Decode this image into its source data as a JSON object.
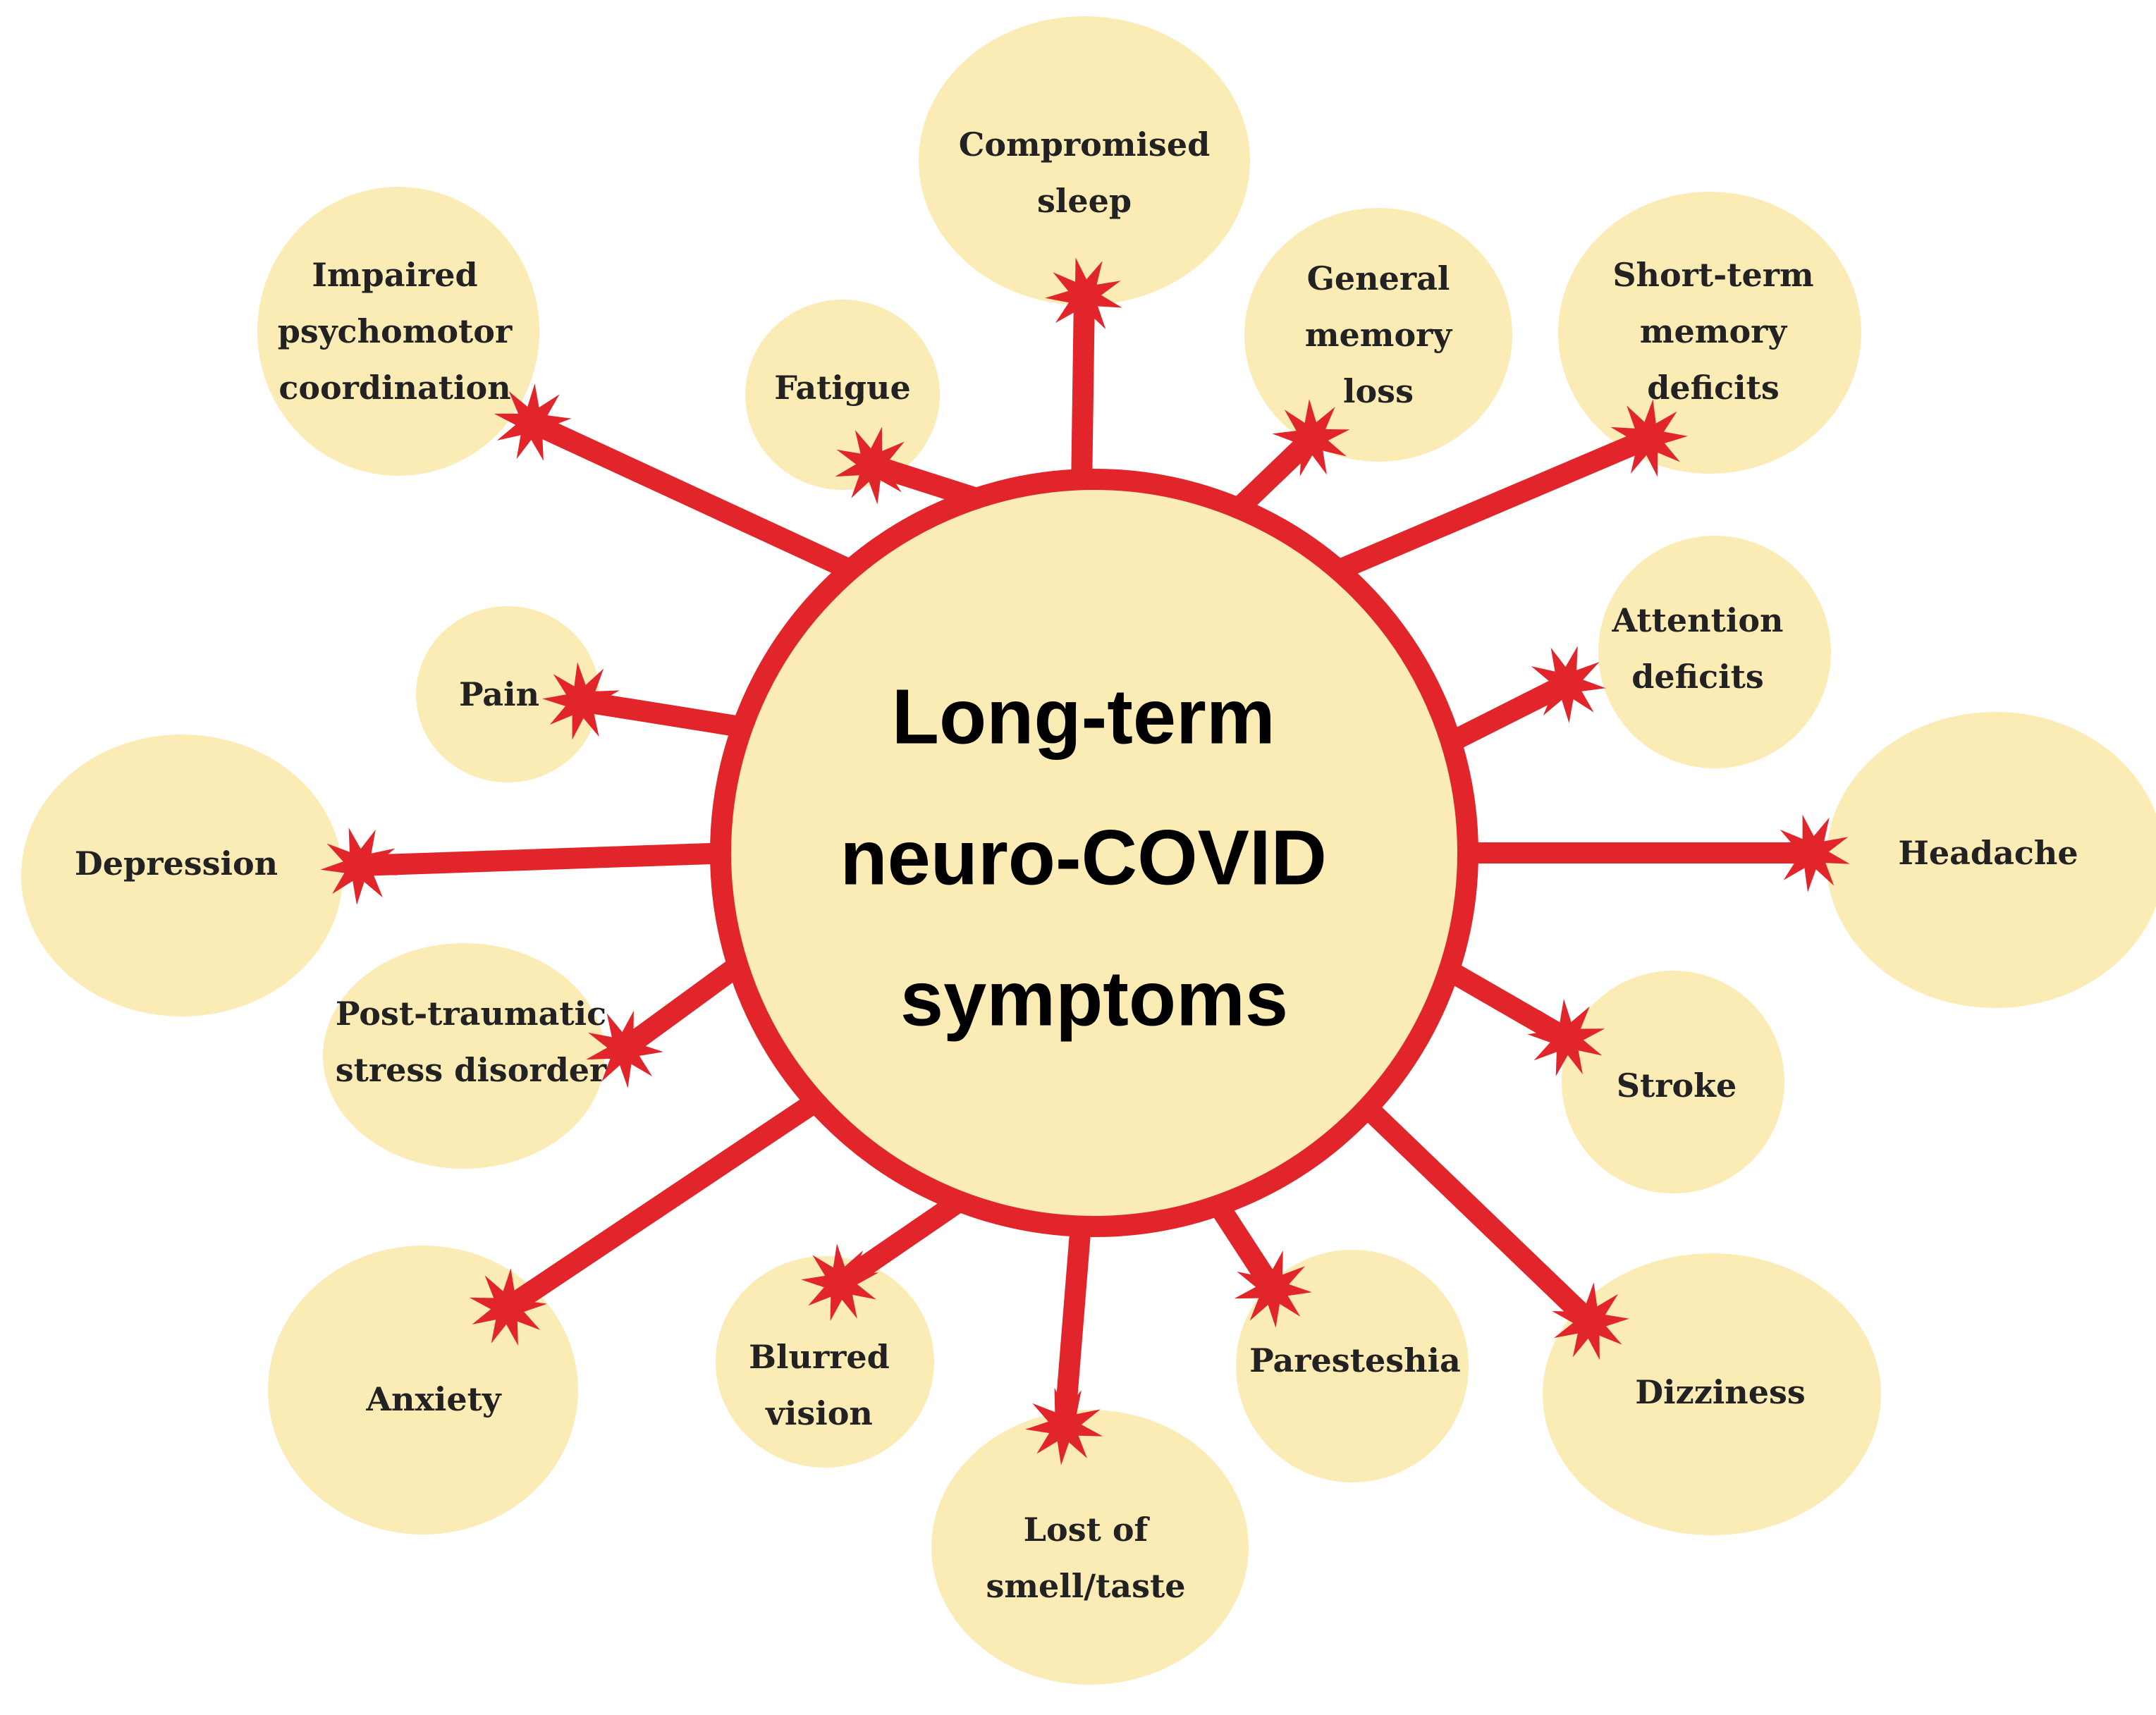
{
  "colors": {
    "node_fill": "#FBEBB5",
    "spoke": "#E2252B",
    "text": "#222222",
    "center_text": "#000000"
  },
  "center": {
    "lines": [
      "Long-term",
      "neuro-COVID",
      "symptoms"
    ]
  },
  "symptoms": [
    {
      "id": "compromised-sleep",
      "lines": [
        "Compromised",
        "sleep"
      ]
    },
    {
      "id": "general-memory-loss",
      "lines": [
        "General",
        "memory",
        "loss"
      ]
    },
    {
      "id": "short-term-memory-deficits",
      "lines": [
        "Short-term",
        "memory",
        "deficits"
      ]
    },
    {
      "id": "attention-deficits",
      "lines": [
        "Attention",
        "deficits"
      ]
    },
    {
      "id": "headache",
      "lines": [
        "Headache"
      ]
    },
    {
      "id": "stroke",
      "lines": [
        "Stroke"
      ]
    },
    {
      "id": "dizziness",
      "lines": [
        "Dizziness"
      ]
    },
    {
      "id": "paresteshia",
      "lines": [
        "Paresteshia"
      ]
    },
    {
      "id": "lost-of-smell-taste",
      "lines": [
        "Lost of",
        "smell/taste"
      ]
    },
    {
      "id": "blurred-vision",
      "lines": [
        "Blurred",
        "vision"
      ]
    },
    {
      "id": "anxiety",
      "lines": [
        "Anxiety"
      ]
    },
    {
      "id": "post-traumatic-stress-disorder",
      "lines": [
        "Post-traumatic",
        "stress disorder"
      ]
    },
    {
      "id": "depression",
      "lines": [
        "Depression"
      ]
    },
    {
      "id": "pain",
      "lines": [
        "Pain"
      ]
    },
    {
      "id": "impaired-psychomotor-coordination",
      "lines": [
        "Impaired",
        "psychomotor",
        "coordination"
      ]
    },
    {
      "id": "fatigue",
      "lines": [
        "Fatigue"
      ]
    }
  ]
}
